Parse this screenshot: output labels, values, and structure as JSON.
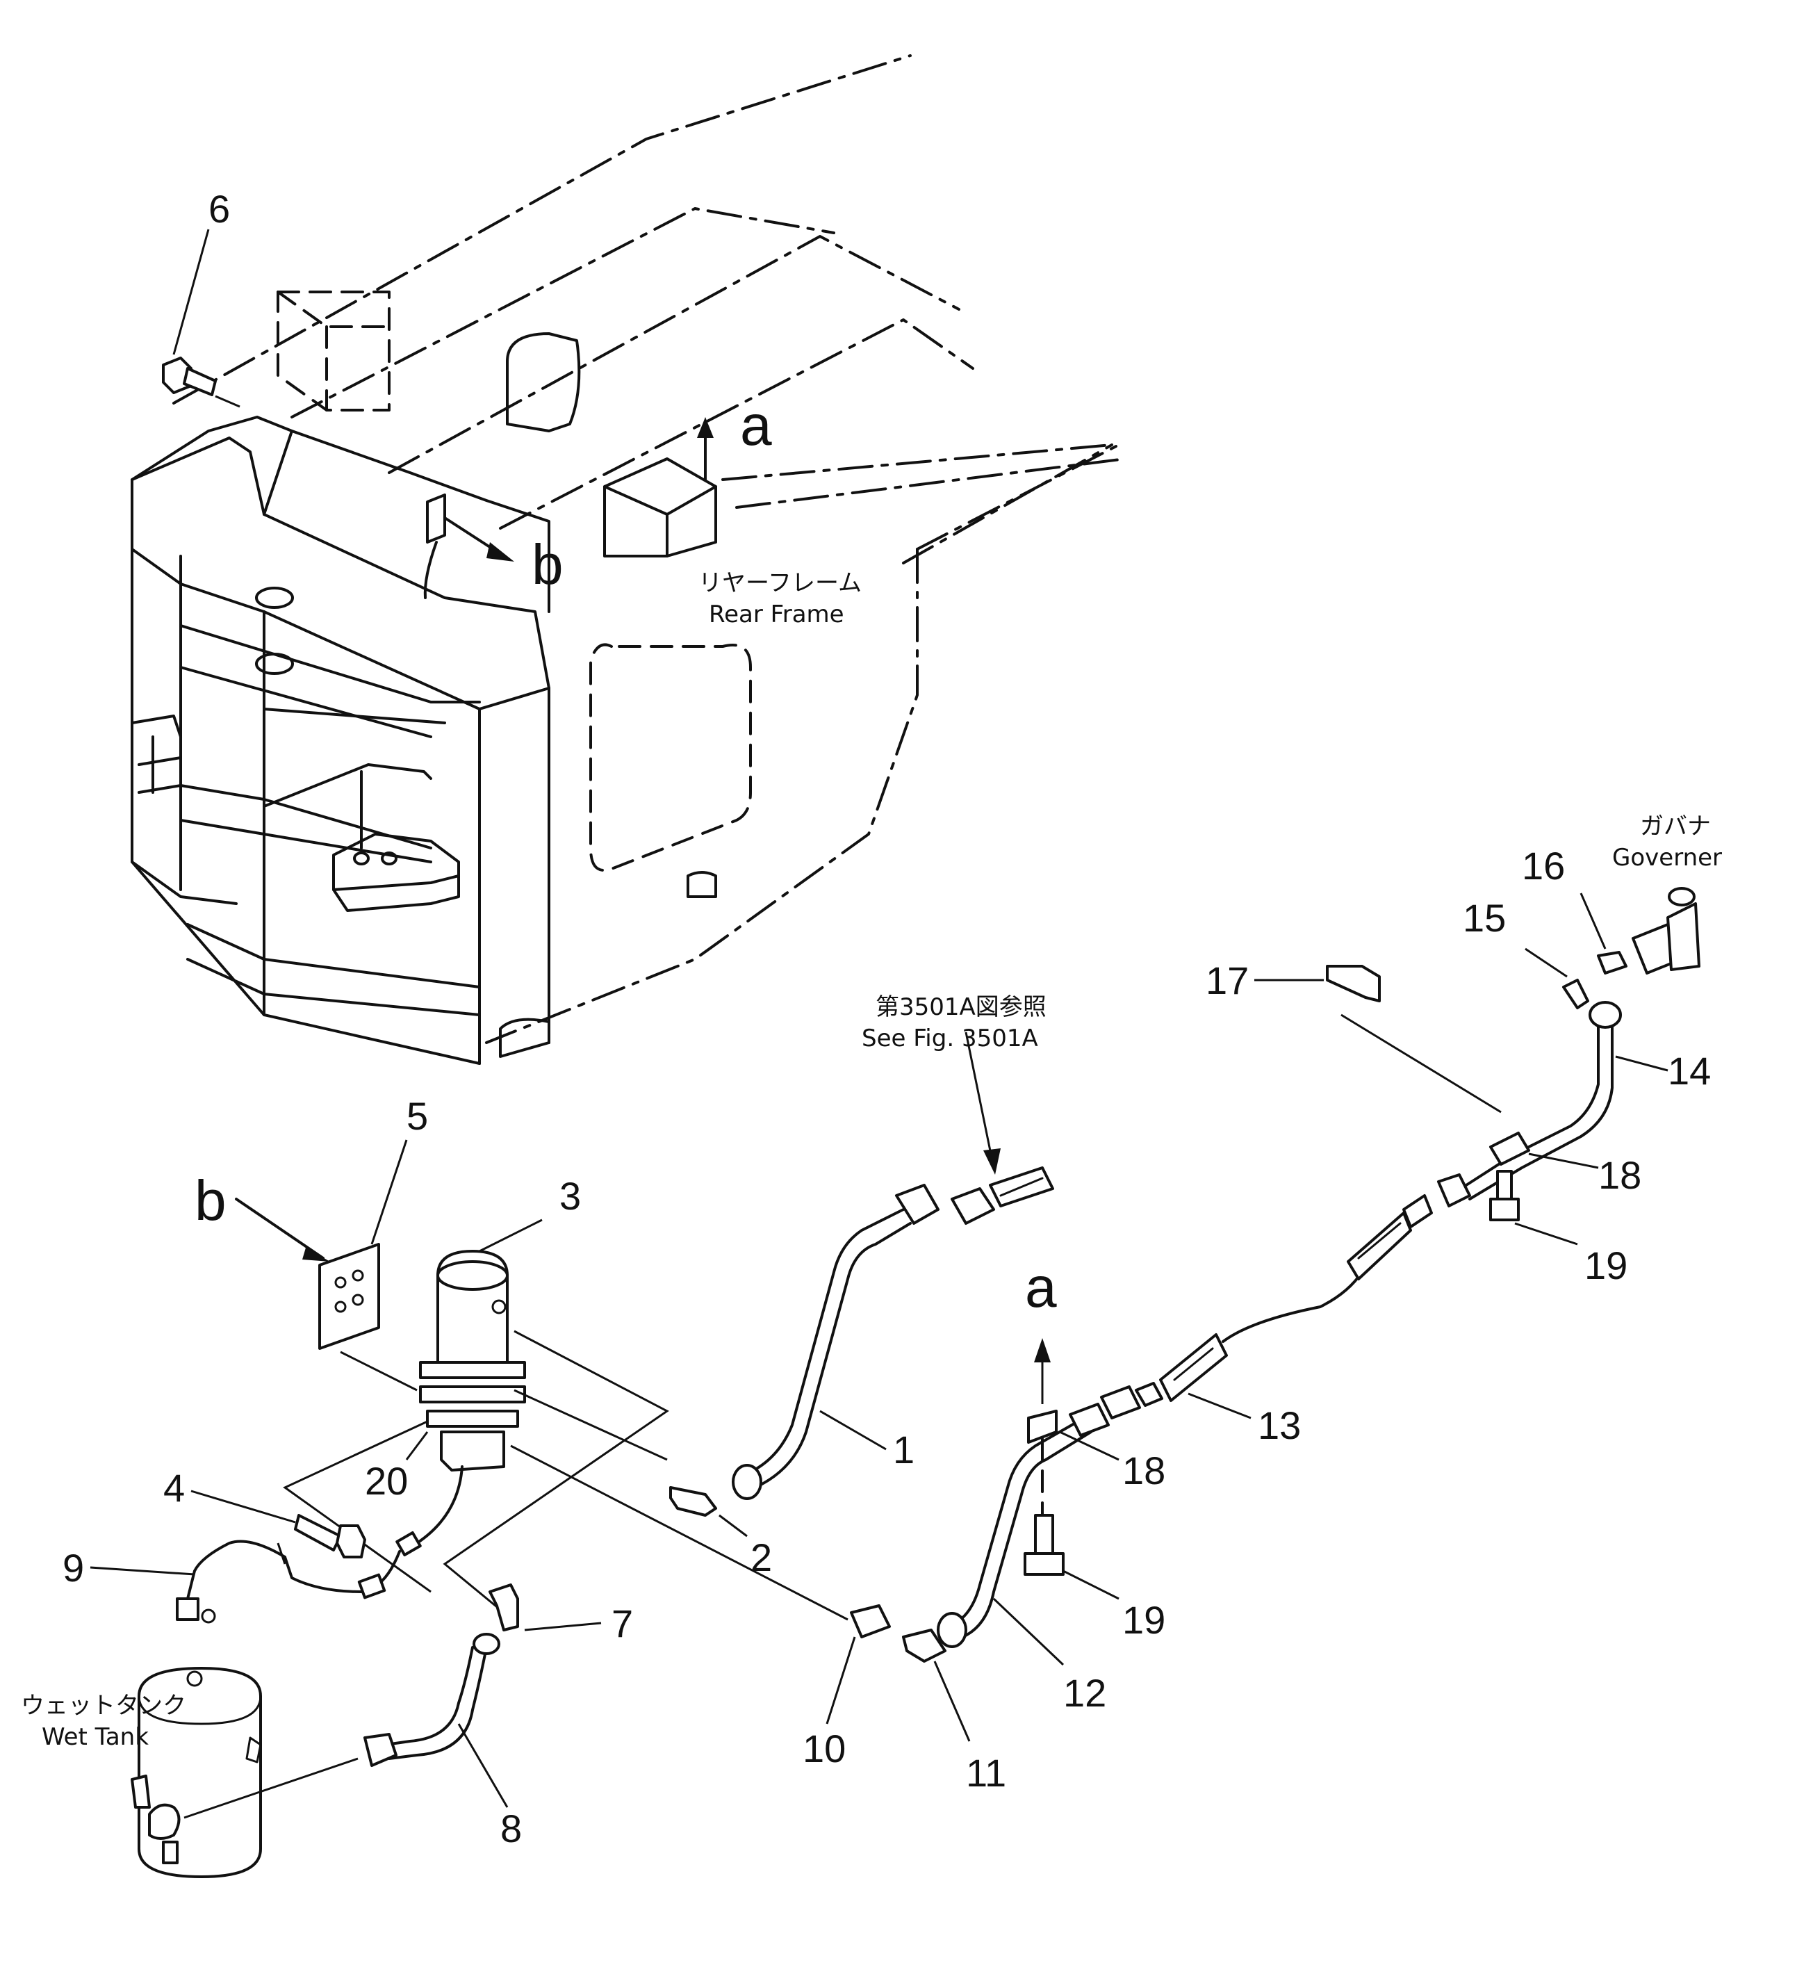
{
  "callouts": {
    "c1": "1",
    "c2": "2",
    "c3": "3",
    "c4": "4",
    "c5": "5",
    "c6": "6",
    "c7": "7",
    "c8": "8",
    "c9": "9",
    "c10": "10",
    "c11": "11",
    "c12": "12",
    "c13": "13",
    "c14": "14",
    "c15": "15",
    "c16": "16",
    "c17": "17",
    "c18a": "18",
    "c18b": "18",
    "c19a": "19",
    "c19b": "19",
    "c20": "20"
  },
  "views": {
    "a_top": "a",
    "a_bottom": "a",
    "b_top": "b",
    "b_bottom": "b"
  },
  "labels": {
    "rear_frame_jp": "リヤーフレーム",
    "rear_frame_en": "Rear Frame",
    "governor_jp": "ガバナ",
    "governor_en": "Governer",
    "fig_ref_jp": "第3501A図参照",
    "fig_ref_en": "See Fig. 3501A",
    "wet_tank_jp": "ウェットタンク",
    "wet_tank_en": "Wet Tank"
  }
}
